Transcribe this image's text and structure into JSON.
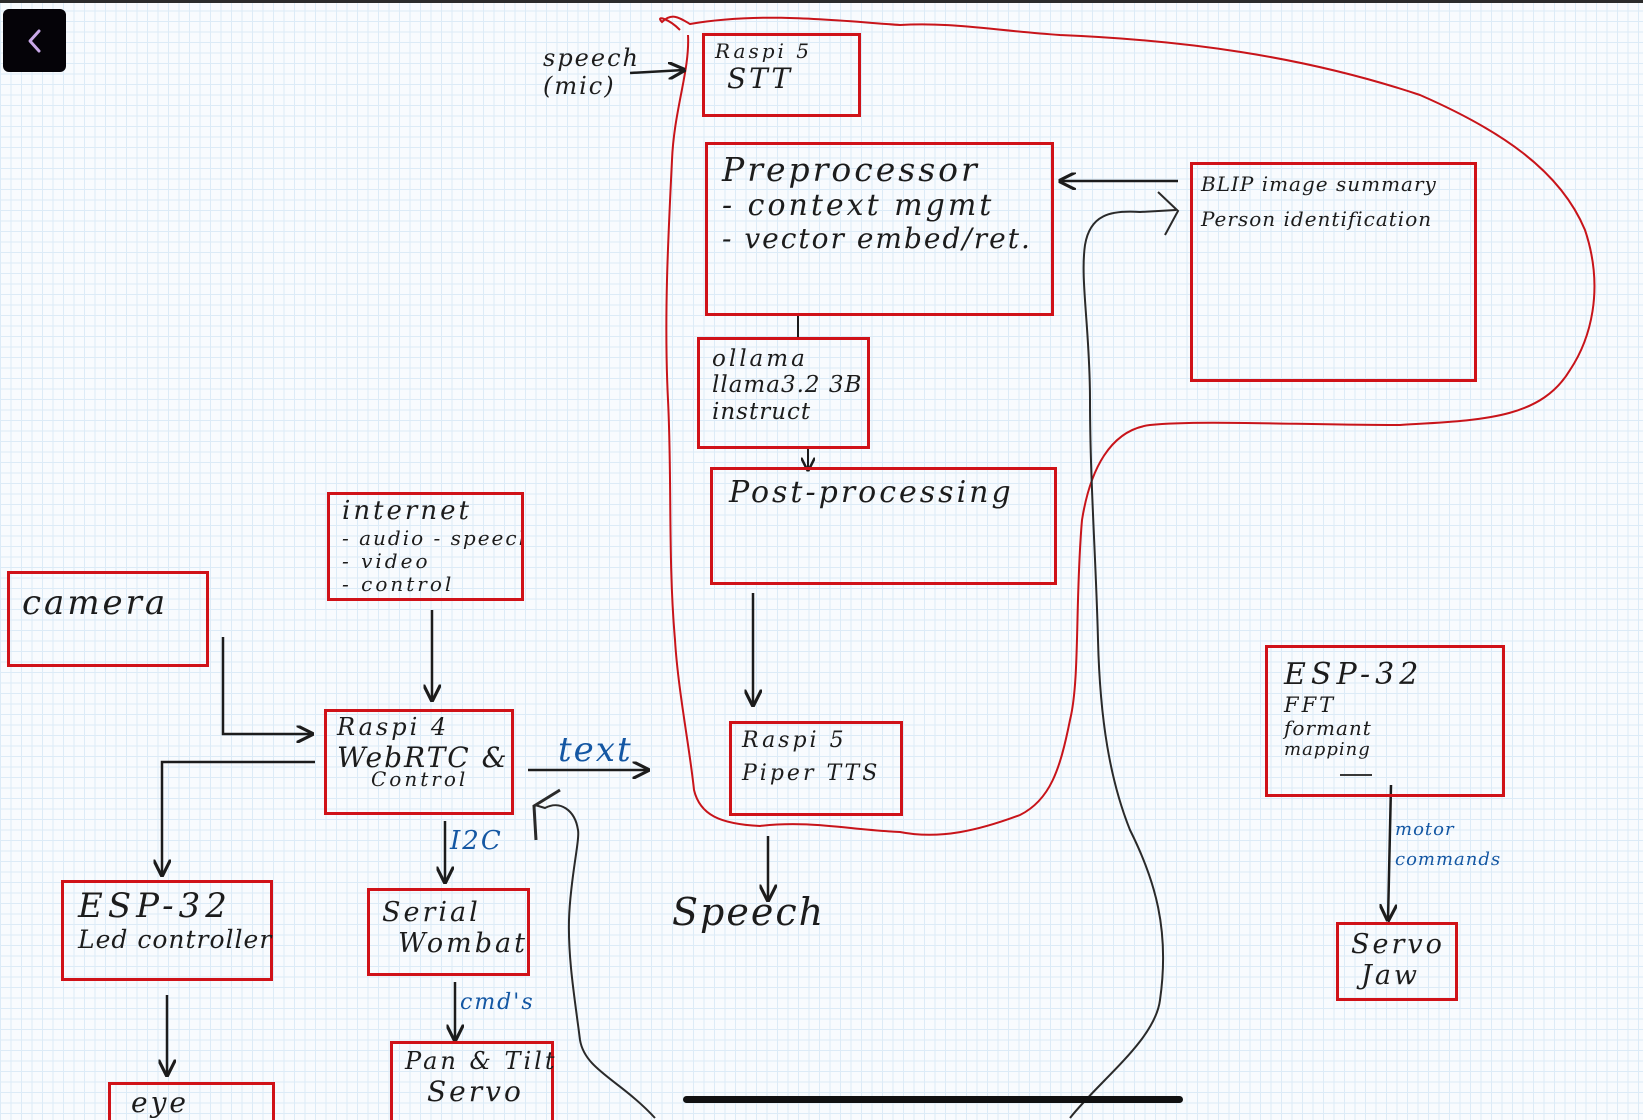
{
  "app": {
    "back_button_label": "Back",
    "back_icon": "chevron-left-icon"
  },
  "colors": {
    "box_border": "#d01218",
    "boundary_outline": "#c8141a",
    "ink": "#1c1c1c",
    "annotation_blue": "#1457a3",
    "grid": "#dcebf7",
    "background": "#f8fbfe"
  },
  "diagram": {
    "boundary_note": "red freehand outline enclosing the Raspi 5 processing pipeline and BLIP block",
    "inputs": {
      "speech_mic": [
        "speech",
        "(mic)"
      ]
    },
    "boxes": {
      "stt": [
        "Raspi 5",
        "STT"
      ],
      "preprocessor": [
        "Preprocessor",
        "- context mgmt",
        "- vector embed/ret."
      ],
      "blip": [
        "BLIP image summary",
        "Person identification"
      ],
      "ollama": [
        "ollama",
        "llama3.2 3B",
        "instruct"
      ],
      "postprocessing": [
        "Post-processing"
      ],
      "tts": [
        "Raspi 5",
        "Piper  TTS"
      ],
      "internet": [
        "internet",
        "- audio - speech",
        "- video",
        "- control"
      ],
      "camera": [
        "camera"
      ],
      "raspi4": [
        "Raspi 4",
        "WebRTC &",
        "Control"
      ],
      "esp32_led": [
        "ESP-32",
        "Led controller"
      ],
      "serial_wombat": [
        "Serial",
        "Wombat"
      ],
      "pan_tilt": [
        "Pan & Tilt",
        "Servo"
      ],
      "eye": [
        "eye"
      ],
      "esp32_fft": [
        "ESP-32",
        "FFT",
        "formant",
        "mapping"
      ],
      "servo_jaw": [
        "Servo",
        "Jaw"
      ]
    },
    "outputs": {
      "speech": "Speech"
    },
    "edge_labels": {
      "text": "text",
      "i2c": "I2C",
      "cmds": "cmd's",
      "motor_commands": [
        "motor",
        "commands"
      ]
    }
  }
}
